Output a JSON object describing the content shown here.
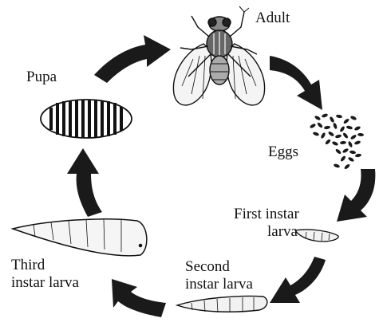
{
  "stages": {
    "adult": "Adult",
    "eggs": "Eggs",
    "first_instar": [
      "First instar",
      "larva"
    ],
    "second_instar": [
      "Second",
      "instar larva"
    ],
    "third_instar": [
      "Third",
      "instar larva"
    ],
    "pupa": "Pupa"
  },
  "colors": {
    "ink": "#111111",
    "arrow": "#1a1a1a",
    "background": "#ffffff"
  }
}
